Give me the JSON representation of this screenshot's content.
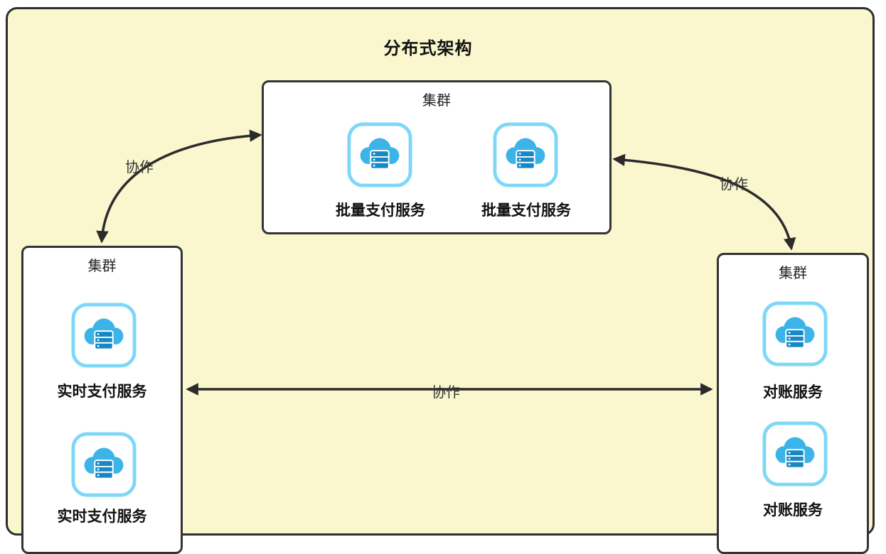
{
  "diagram": {
    "title": "分布式架构",
    "clusters": {
      "top": {
        "label": "集群",
        "services": [
          "批量支付服务",
          "批量支付服务"
        ]
      },
      "left": {
        "label": "集群",
        "services": [
          "实时支付服务",
          "实时支付服务"
        ]
      },
      "right": {
        "label": "集群",
        "services": [
          "对账服务",
          "对账服务"
        ]
      }
    },
    "edges": {
      "left_to_top": "协作",
      "top_to_right": "协作",
      "left_to_right": "协作"
    },
    "icons": {
      "service": "cloud-server-icon"
    },
    "colors": {
      "canvas_background": "#FAF6CE",
      "frame_border": "#2E2E2E",
      "box_background": "#FFFFFF",
      "box_border": "#333333",
      "icon_border": "#7FD7F7",
      "cloud_blue": "#3CB4E8",
      "stack_blue": "#1788C4",
      "arrow": "#2B2B2B"
    }
  }
}
